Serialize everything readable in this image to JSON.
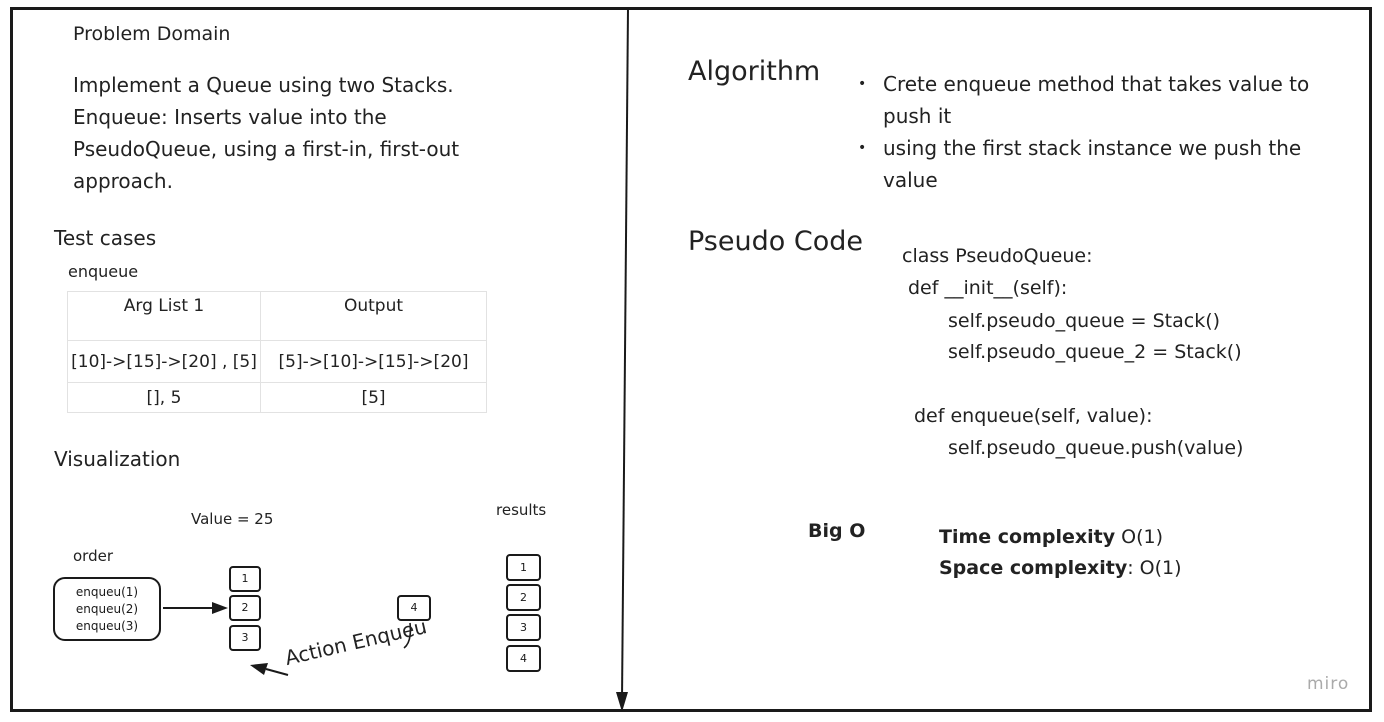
{
  "problem": {
    "heading": "Problem Domain",
    "lines": [
      "Implement a Queue using two Stacks.",
      "Enqueue: Inserts value into the",
      "PseudoQueue, using a first-in, first-out",
      "approach."
    ]
  },
  "tests": {
    "heading": "Test cases",
    "subheading": "enqueue",
    "columns": [
      "Arg List 1",
      "Output"
    ],
    "rows": [
      [
        "[10]->[15]->[20] , [5]",
        "[5]->[10]->[15]->[20]"
      ],
      [
        "[], 5",
        "[5]"
      ]
    ]
  },
  "visualization": {
    "heading": "Visualization",
    "value_label": "Value = 25",
    "results_label": "results",
    "order_label": "order",
    "order_items": [
      "enqueu(1)",
      "enqueu(2)",
      "enqueu(3)"
    ],
    "stack_items": [
      "1",
      "2",
      "3"
    ],
    "incoming_item": "4",
    "result_items": [
      "1",
      "2",
      "3",
      "4"
    ],
    "action_label": "Action Enqueu"
  },
  "algorithm": {
    "heading": "Algorithm",
    "bullets": [
      "Crete enqueue method that takes value to push it",
      "using the first stack instance we push the value"
    ]
  },
  "pseudo": {
    "heading": "Pseudo Code",
    "lines": [
      "class PseudoQueue:",
      "def __init__(self):",
      "self.pseudo_queue = Stack()",
      "self.pseudo_queue_2 = Stack()",
      "def enqueue(self, value):",
      "self.pseudo_queue.push(value)"
    ]
  },
  "bigo": {
    "heading": "Big O",
    "time_label": "Time complexity",
    "time_value": "O(1)",
    "space_label": "Space complexity",
    "space_value": ": O(1)"
  },
  "watermark": "miro"
}
